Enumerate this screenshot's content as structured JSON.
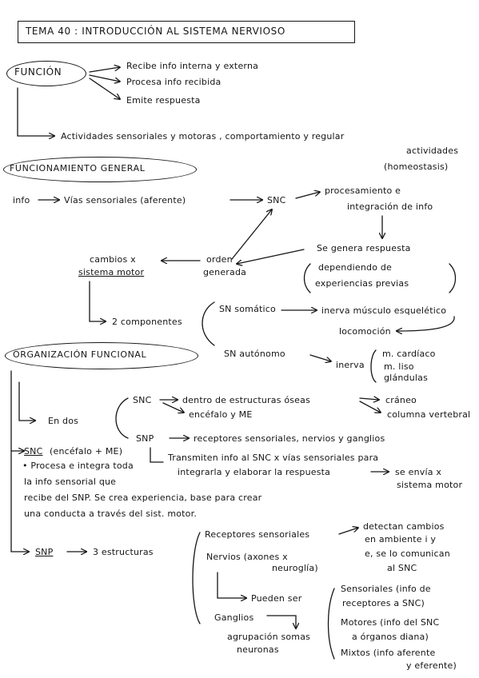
{
  "title": "TEMA 40 : INTRODUCCIÓN AL SISTEMA NERVIOSO",
  "funcion": {
    "heading": "FUNCIÓN",
    "items": [
      "Recibe info interna y externa",
      "Procesa info recibida",
      "Emite respuesta"
    ],
    "activities": "Actividades sensoriales y motoras , comportamiento y regular",
    "activities_line2": "actividades",
    "activities_line3": "(homeostasis)"
  },
  "funcionamiento": {
    "heading": "FUNCIONAMIENTO GENERAL",
    "info": "info",
    "vias": "Vías sensoriales (aferente)",
    "snc": "SNC",
    "procesamiento_1": "procesamiento e",
    "procesamiento_2": "integración de info",
    "genera_1": "Se genera respuesta",
    "genera_2": "dependiendo de",
    "genera_3": "experiencias previas",
    "orden_1": "orden",
    "orden_2": "generada",
    "cambios_1": "cambios x",
    "cambios_2": "sistema motor",
    "componentes": "2 componentes",
    "sn_somatico": "SN somático",
    "inerva": "inerva músculo esquelético",
    "locomocion": "locomoción",
    "sn_autonomo": "SN autónomo",
    "inerva2": "inerva",
    "musculos": [
      "m. cardíaco",
      "m. liso",
      "glándulas"
    ]
  },
  "organizacion": {
    "heading": "ORGANIZACIÓN FUNCIONAL",
    "en_dos": "En dos",
    "snc": "SNC",
    "snc_a": "dentro de estructuras óseas",
    "snc_b": "encéfalo y ME",
    "craneo": "cráneo",
    "columna": "columna vertebral",
    "snp": "SNP",
    "snp_a": "receptores sensoriales, nervios y ganglios",
    "transmiten_1": "Transmiten info al SNC x vías sensoriales para",
    "transmiten_2": "integrarla y elaborar la respuesta",
    "envia_1": "se envía x",
    "envia_2": "sistema motor"
  },
  "snc_section": {
    "heading": "SNC",
    "heading_paren": "(encéfalo + ME)",
    "text_1": "• Procesa e integra toda",
    "text_2": "la info sensorial que",
    "text_3": "recibe del SNP. Se crea experiencia, base para crear",
    "text_4": "una conducta a través del sist. motor."
  },
  "snp_section": {
    "heading": "SNP",
    "estructuras": "3 estructuras",
    "receptores": "Receptores sensoriales",
    "detectan_1": "detectan cambios",
    "detectan_2": "en ambiente i y",
    "detectan_3": "e, se lo comunican",
    "detectan_4": "al SNC",
    "nervios_1": "Nervios (axones x",
    "nervios_2": "neuroglía)",
    "pueden_ser": "Pueden ser",
    "sensoriales_1": "Sensoriales (info de",
    "sensoriales_2": "receptores a SNC)",
    "motores_1": "Motores (info del SNC",
    "motores_2": "a órganos diana)",
    "mixtos_1": "Mixtos (info aferente",
    "mixtos_2": "y eferente)",
    "ganglios": "Ganglios",
    "agrupacion_1": "agrupación somas",
    "agrupacion_2": "neuronas"
  }
}
